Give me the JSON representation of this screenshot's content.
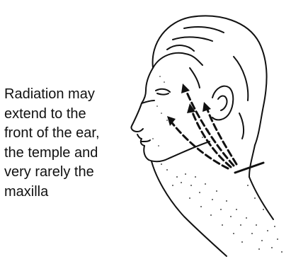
{
  "caption": {
    "lines": [
      "Radiation may",
      "extend to the",
      "front of the ear,",
      "the temple and",
      "very rarely the",
      "maxilla"
    ]
  },
  "colors": {
    "ink": "#111111",
    "background": "#ffffff"
  }
}
